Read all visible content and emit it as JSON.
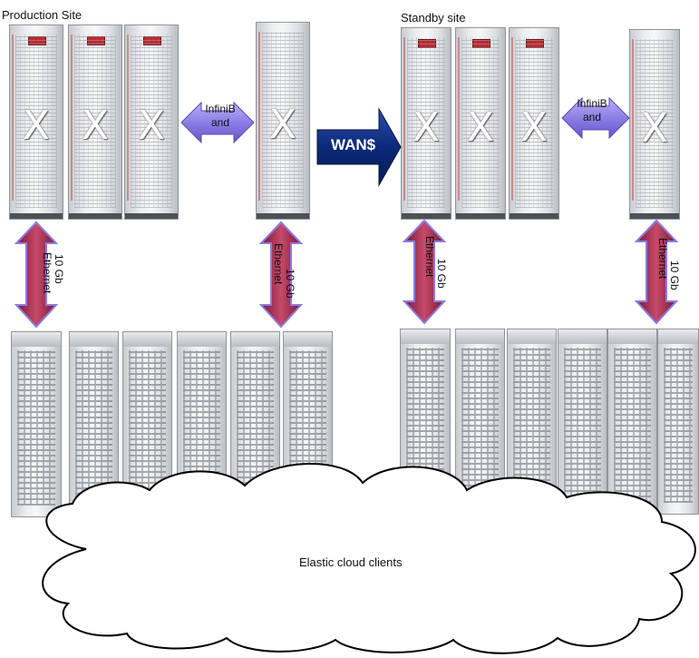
{
  "production_label": "Production Site",
  "standby_label": "Standby site",
  "infiniband_label_left": "InfiniB\nand",
  "infiniband_label_right": "InfiniB\nand",
  "wan_label": "WAN$",
  "link_label_1": "10 Gb",
  "link_label_2": "Ethernet",
  "cloud_label": "Elastic cloud clients",
  "colors": {
    "vertical_arrow": "#a8284f",
    "horizontal_arrow": "#8c7ee6",
    "wan_arrow": "#0c2a7a"
  }
}
